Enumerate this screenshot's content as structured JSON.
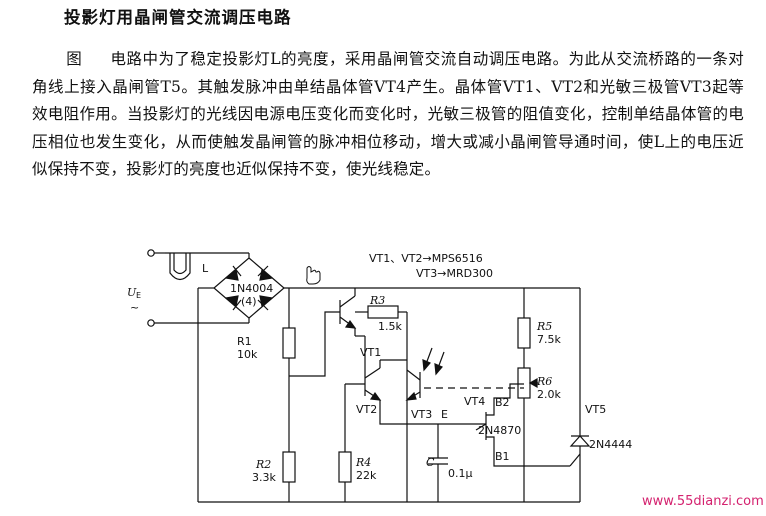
{
  "title": "投影灯用晶闸管交流调压电路",
  "paragraph": {
    "fig_word": "图",
    "body": "电路中为了稳定投影灯L的亮度，采用晶闸管交流自动调压电路。为此从交流桥路的一条对角线上接入晶闸管T5。其触发脉冲由单结晶体管VT4产生。晶体管VT1、VT2和光敏三极管VT3起等效电阻作用。当投影灯的光线因电源电压变化而变化时，光敏三极管的阻值变化，控制单结晶体管的电压相位也发生变化，从而使触发晶闸管的脉冲相位移动，增大或减小晶闸管导通时间，使L上的电压近似保持不变，投影灯的亮度也近似保持不变，使光线稳定。"
  },
  "legend": {
    "line1": "VT1、VT2→MPS6516",
    "line2": "VT3→MRD300"
  },
  "labels": {
    "supply": "U",
    "supply_sub": "E",
    "supply_tilde": "~",
    "lamp": "L",
    "bridge_part": "1N4004",
    "bridge_qty": "(4)",
    "r1_name": "R1",
    "r1_val": "10k",
    "r2_name": "R2",
    "r2_val": "3.3k",
    "r3_name": "R3",
    "r3_val": "1.5k",
    "r4_name": "R4",
    "r4_val": "22k",
    "r5_name": "R5",
    "r5_val": "7.5k",
    "r6_name": "R6",
    "r6_val": "2.0k",
    "c_name": "C",
    "c_val": "0.1μ",
    "vt1": "VT1",
    "vt2": "VT2",
    "vt3": "VT3",
    "vt4": "VT4",
    "vt4_part": "2N4870",
    "emitter": "E",
    "b1": "B1",
    "b2": "B2",
    "vt5": "VT5",
    "vt5_part": "2N4444"
  },
  "watermark": "www.55dianzi.com"
}
